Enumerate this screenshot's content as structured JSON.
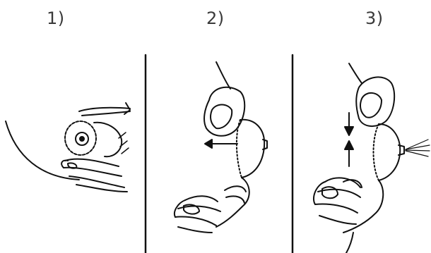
{
  "steps": [
    {
      "label": "1)"
    },
    {
      "label": "2)"
    },
    {
      "label": "3)"
    }
  ],
  "colors": {
    "ink": "#111111",
    "label": "#3a3a3a",
    "background": "#ffffff"
  }
}
